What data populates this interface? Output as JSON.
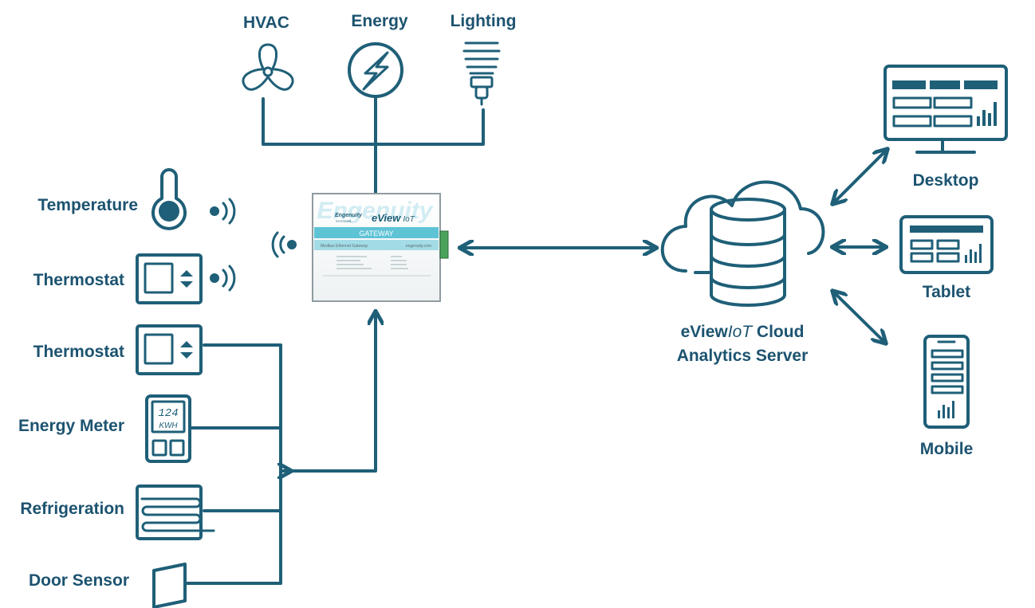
{
  "top_devices": {
    "hvac": "HVAC",
    "energy": "Energy",
    "lighting": "Lighting"
  },
  "left_devices": {
    "temperature": "Temperature",
    "thermostat_wireless": "Thermostat",
    "thermostat_wired": "Thermostat",
    "energy_meter": "Energy Meter",
    "meter_reading": "124",
    "meter_unit": "KWH",
    "refrigeration": "Refrigeration",
    "door_sensor": "Door Sensor"
  },
  "gateway": {
    "watermark": "Engenuity",
    "brand": "Engenuity",
    "brand_sub": "SYSTEMS",
    "product_prefix": "eView",
    "product_suffix": "IoT",
    "banner": "GATEWAY",
    "subtitle": "Modbus Ethernet Gateway",
    "website": "engenuity.com"
  },
  "server": {
    "line1_prefix": "eView",
    "line1_iot": "IoT",
    "line1_suffix": " Cloud",
    "line2": "Analytics Server"
  },
  "clients": {
    "desktop": "Desktop",
    "tablet": "Tablet",
    "mobile": "Mobile"
  },
  "colors": {
    "primary": "#1f5f78",
    "gateway_banner": "#5fc3d6"
  }
}
